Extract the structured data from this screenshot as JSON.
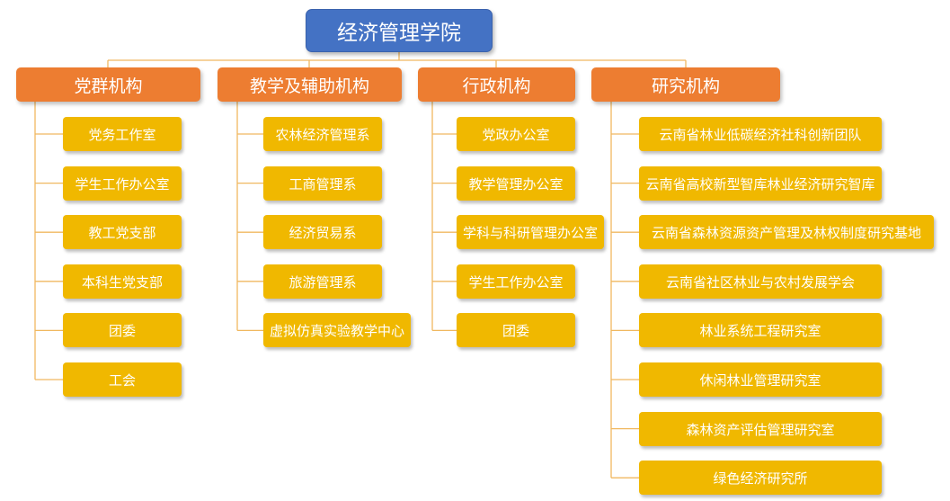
{
  "root": {
    "label": "经济管理学院"
  },
  "categories": [
    {
      "label": "党群机构",
      "items": [
        "党务工作室",
        "学生工作办公室",
        "教工党支部",
        "本科生党支部",
        "团委",
        "工会"
      ]
    },
    {
      "label": "教学及辅助机构",
      "items": [
        "农林经济管理系",
        "工商管理系",
        "经济贸易系",
        "旅游管理系",
        "虚拟仿真实验教学中心"
      ]
    },
    {
      "label": "行政机构",
      "items": [
        "党政办公室",
        "教学管理办公室",
        "学科与科研管理办公室",
        "学生工作办公室",
        "团委"
      ]
    },
    {
      "label": "研究机构",
      "items": [
        "云南省林业低碳经济社科创新团队",
        "云南省高校新型智库林业经济研究智库",
        "云南省森林资源资产管理及林权制度研究基地",
        "云南省社区林业与农村发展学会",
        "林业系统工程研究室",
        "休闲林业管理研究室",
        "森林资产评估管理研究室",
        "绿色经济研究所"
      ]
    }
  ],
  "colors": {
    "root": "#4472c4",
    "category": "#ed7d31",
    "item": "#f0b800",
    "line": "#f0b860"
  }
}
